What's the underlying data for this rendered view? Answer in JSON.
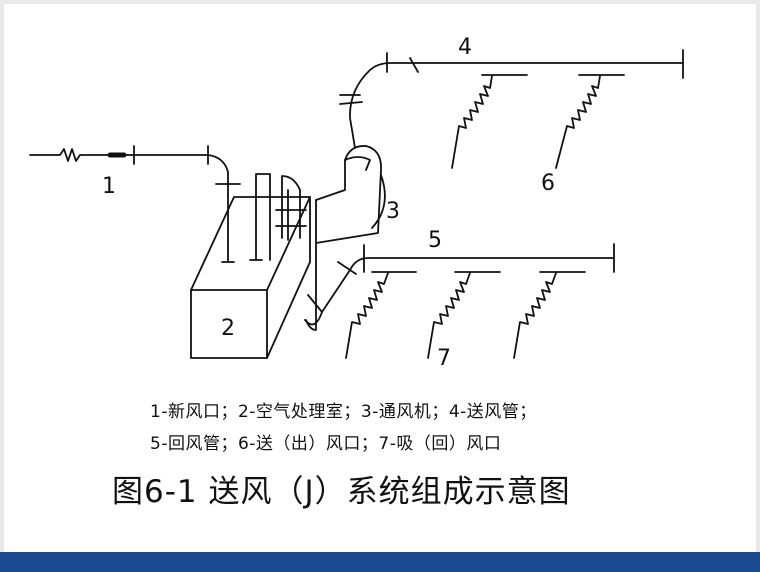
{
  "diagram": {
    "labels": {
      "n1": "1",
      "n2": "2",
      "n3": "3",
      "n4": "4",
      "n5": "5",
      "n6": "6",
      "n7": "7"
    }
  },
  "legend": {
    "line1": "1-新风口；2-空气处理室；3-通风机；4-送风管；",
    "line2": "5-回风管；6-送（出）风口；7-吸（回）风口"
  },
  "caption": "图6-1  送风（J）系统组成示意图",
  "colors": {
    "ink": "#111111",
    "footer_bar": "#1b4a93",
    "frame": "#e9e9e9"
  }
}
